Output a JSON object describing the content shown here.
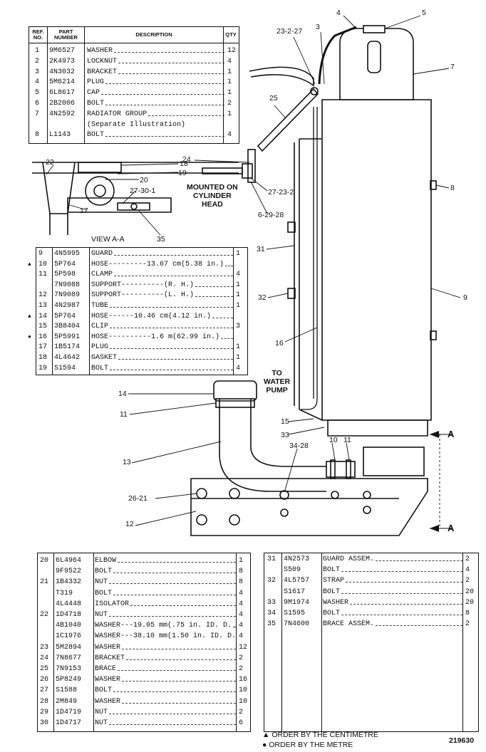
{
  "table1": {
    "headers": {
      "ref": "REF.\nNO.",
      "part": "PART\nNUMBER",
      "desc": "DESCRIPTION",
      "qty": "QTY"
    },
    "rows": [
      {
        "ref": "1",
        "part": "9M6527",
        "desc": "WASHER",
        "qty": "12"
      },
      {
        "ref": "2",
        "part": "2K4973",
        "desc": "LOCKNUT",
        "qty": "4"
      },
      {
        "ref": "3",
        "part": "4N3032",
        "desc": "BRACKET",
        "qty": "1"
      },
      {
        "ref": "4",
        "part": "5M6214",
        "desc": "PLUG",
        "qty": "1"
      },
      {
        "ref": "5",
        "part": "6L8617",
        "desc": "CAP",
        "qty": "1"
      },
      {
        "ref": "6",
        "part": "2B2006",
        "desc": "BOLT",
        "qty": "2"
      },
      {
        "ref": "7",
        "part": "4N2592",
        "desc": "RADIATOR GROUP",
        "qty": "1"
      },
      {
        "ref": "",
        "part": "",
        "desc": "(Separate Illustration)",
        "qty": ""
      },
      {
        "ref": "8",
        "part": "L1143",
        "desc": "BOLT",
        "qty": "4"
      }
    ]
  },
  "table2": {
    "rows": [
      {
        "mark": "",
        "ref": "9",
        "part": "4N5995",
        "desc": "GUARD",
        "qty": "1"
      },
      {
        "mark": "▲",
        "ref": "10",
        "part": "5P764",
        "desc": "HOSE---------13.67 cm(5.38 in.)",
        "qty": ""
      },
      {
        "mark": "",
        "ref": "11",
        "part": "5P598",
        "desc": "CLAMP",
        "qty": "4"
      },
      {
        "mark": "",
        "ref": "",
        "part": "7N9088",
        "desc": "SUPPORT----------(R. H.)",
        "qty": "1"
      },
      {
        "mark": "",
        "ref": "12",
        "part": "7N9089",
        "desc": "SUPPORT----------(L. H.)",
        "qty": "1"
      },
      {
        "mark": "",
        "ref": "13",
        "part": "4N2987",
        "desc": "TUBE",
        "qty": "1"
      },
      {
        "mark": "▲",
        "ref": "14",
        "part": "5P764",
        "desc": "HOSE------10.46 cm(4.12 in.)",
        "qty": ""
      },
      {
        "mark": "",
        "ref": "15",
        "part": "3B8404",
        "desc": "CLIP",
        "qty": "3"
      },
      {
        "mark": "●",
        "ref": "16",
        "part": "5P5991",
        "desc": "HOSE----------1.6 m(62.99 in.)",
        "qty": ""
      },
      {
        "mark": "",
        "ref": "17",
        "part": "1B5174",
        "desc": "PLUG",
        "qty": "1"
      },
      {
        "mark": "",
        "ref": "18",
        "part": "4L4642",
        "desc": "GASKET",
        "qty": "1"
      },
      {
        "mark": "",
        "ref": "19",
        "part": "S1594",
        "desc": "BOLT",
        "qty": "4"
      }
    ]
  },
  "table3": {
    "rows": [
      {
        "ref": "20",
        "part": "6L4964",
        "desc": "ELBOW",
        "qty": "1"
      },
      {
        "ref": "",
        "part": "9F9522",
        "desc": "BOLT",
        "qty": "8"
      },
      {
        "ref": "21",
        "part": "1B4332",
        "desc": "NUT",
        "qty": "8"
      },
      {
        "ref": "",
        "part": "T319",
        "desc": "BOLT",
        "qty": "4"
      },
      {
        "ref": "",
        "part": "4L4448",
        "desc": "ISOLATOR",
        "qty": "4"
      },
      {
        "ref": "22",
        "part": "1D4718",
        "desc": "NUT",
        "qty": "4"
      },
      {
        "ref": "",
        "part": "4B1040",
        "desc": "WASHER---19.05 mm(.75 in. ID. D.",
        "qty": "4"
      },
      {
        "ref": "",
        "part": "1C1976",
        "desc": "WASHER---38.10 mm(1.50 in. ID. D.",
        "qty": "4"
      },
      {
        "ref": "23",
        "part": "5M2894",
        "desc": "WASHER",
        "qty": "12"
      },
      {
        "ref": "24",
        "part": "7N8677",
        "desc": "BRACKET",
        "qty": "2"
      },
      {
        "ref": "25",
        "part": "7N9153",
        "desc": "BRACE",
        "qty": "2"
      },
      {
        "ref": "26",
        "part": "5P8249",
        "desc": "WASHER",
        "qty": "16"
      },
      {
        "ref": "27",
        "part": "S1588",
        "desc": "BOLT",
        "qty": "10"
      },
      {
        "ref": "28",
        "part": "2M849",
        "desc": "WASHER",
        "qty": "10"
      },
      {
        "ref": "29",
        "part": "1D4719",
        "desc": "NUT",
        "qty": "2"
      },
      {
        "ref": "30",
        "part": "1D4717",
        "desc": "NUT",
        "qty": "6"
      }
    ]
  },
  "table4": {
    "rows": [
      {
        "ref": "31",
        "part": "4N2573",
        "desc": "GUARD ASSEM.",
        "qty": "2"
      },
      {
        "ref": "",
        "part": "S509",
        "desc": "BOLT",
        "qty": "4"
      },
      {
        "ref": "32",
        "part": "4L5757",
        "desc": "STRAP",
        "qty": "2"
      },
      {
        "ref": "",
        "part": "S1617",
        "desc": "BOLT",
        "qty": "20"
      },
      {
        "ref": "33",
        "part": "9M1974",
        "desc": "WASHER",
        "qty": "20"
      },
      {
        "ref": "34",
        "part": "S1595",
        "desc": "BOLT",
        "qty": "8"
      },
      {
        "ref": "35",
        "part": "7N4600",
        "desc": "BRACE ASSEM.",
        "qty": "2"
      }
    ]
  },
  "callouts": {
    "c4": "4",
    "c5": "5",
    "c23_2_27": "23-2-27",
    "c3": "3",
    "c7": "7",
    "c25": "25",
    "c24": "24",
    "c8": "8",
    "c27_23_2": "27-23-2",
    "c6_29_28": "6-29-28",
    "c31": "31",
    "c32": "32",
    "c9": "9",
    "c16": "16",
    "c14": "14",
    "c11": "11",
    "c15": "15",
    "c33": "33",
    "c10": "10",
    "c11b": "11",
    "c34_28": "34-28",
    "c13": "13",
    "c26_21": "26-21",
    "c12": "12",
    "cA1": "A",
    "cA2": "A",
    "v18": "18",
    "v19": "19",
    "v20": "20",
    "v22": "22",
    "v27_30_1": "27-30-1",
    "v17": "17",
    "v35": "35",
    "view_label": "VIEW A-A"
  },
  "notes": {
    "mounted": "MOUNTED ON\nCYLINDER\nHEAD",
    "water_pump": "TO\nWATER\nPUMP"
  },
  "footnotes": {
    "centimetre": "ORDER BY THE CENTIMETRE",
    "metre": "ORDER BY THE METRE",
    "centimetre_mark": "▲",
    "metre_mark": "●",
    "figure_number": "219630"
  }
}
